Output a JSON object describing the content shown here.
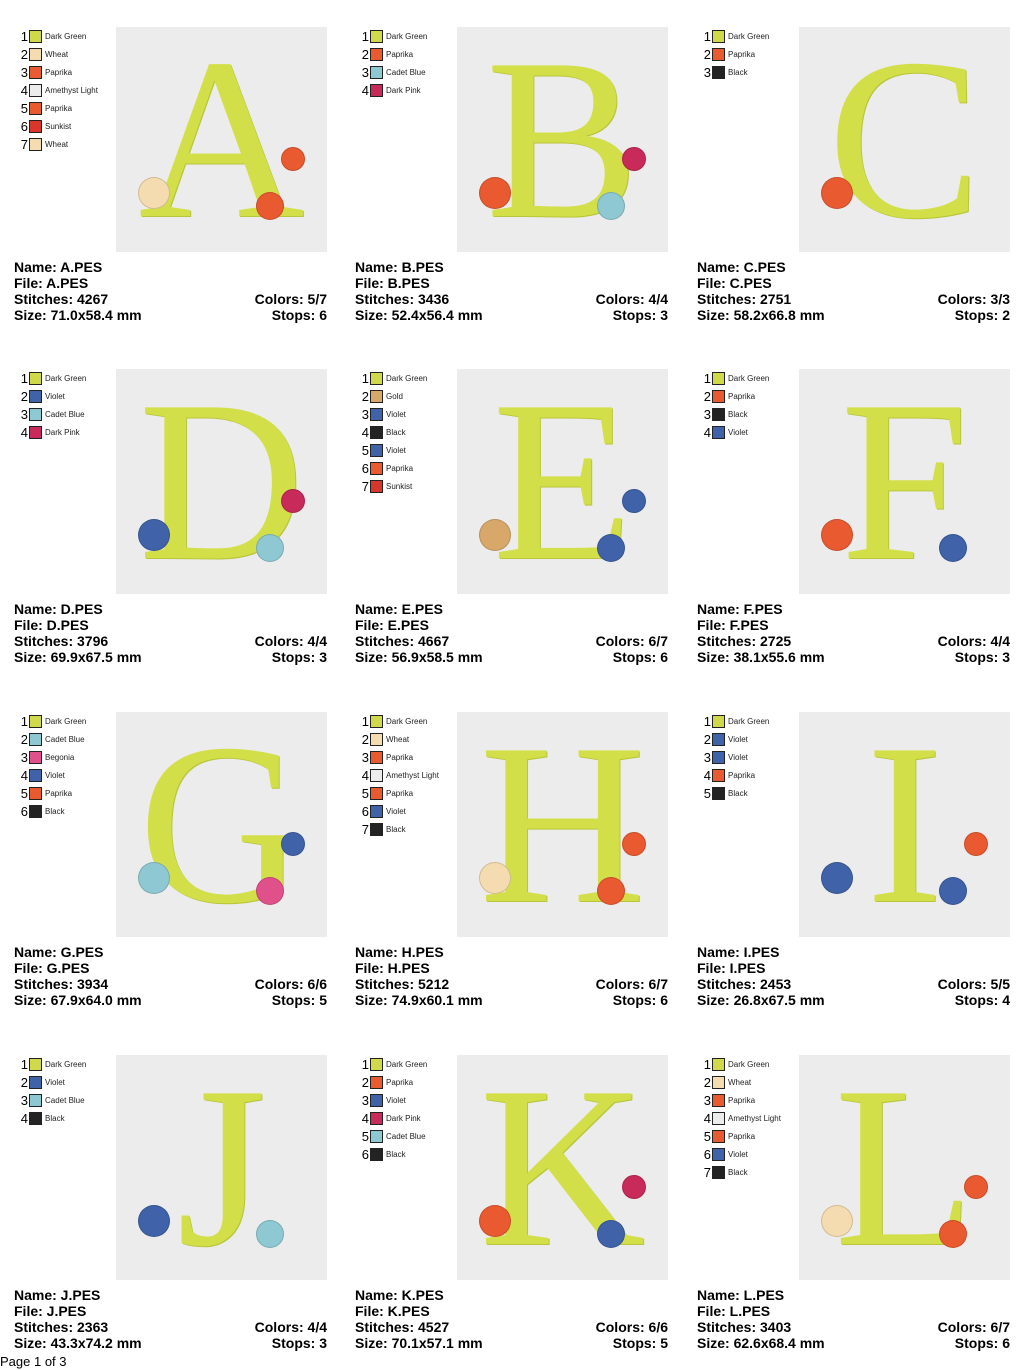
{
  "palette": {
    "Dark Green": "#cfd94a",
    "Wheat": "#f5dcb0",
    "Paprika": "#ea5a30",
    "Amethyst Light": "#ececec",
    "Sunkist": "#d9362b",
    "Cadet Blue": "#8ec8d2",
    "Dark Pink": "#c82a5a",
    "Violet": "#3f62a8",
    "Black": "#232323",
    "Gold": "#d8a86a",
    "Begonia": "#e0508a"
  },
  "designs": [
    {
      "letter": "A",
      "name": "Name: A.PES",
      "file": "File: A.PES",
      "stitches": "Stitches: 4267",
      "size": "Size: 71.0x58.4 mm",
      "colors": "Colors: 5/7",
      "stops": "Stops: 6",
      "thread": [
        "Dark Green",
        "Wheat",
        "Paprika",
        "Amethyst Light",
        "Paprika",
        "Sunkist",
        "Wheat"
      ]
    },
    {
      "letter": "B",
      "name": "Name: B.PES",
      "file": "File: B.PES",
      "stitches": "Stitches: 3436",
      "size": "Size: 52.4x56.4 mm",
      "colors": "Colors: 4/4",
      "stops": "Stops: 3",
      "thread": [
        "Dark Green",
        "Paprika",
        "Cadet Blue",
        "Dark Pink"
      ]
    },
    {
      "letter": "C",
      "name": "Name: C.PES",
      "file": "File: C.PES",
      "stitches": "Stitches: 2751",
      "size": "Size: 58.2x66.8 mm",
      "colors": "Colors: 3/3",
      "stops": "Stops: 2",
      "thread": [
        "Dark Green",
        "Paprika",
        "Black"
      ]
    },
    {
      "letter": "D",
      "name": "Name: D.PES",
      "file": "File: D.PES",
      "stitches": "Stitches: 3796",
      "size": "Size: 69.9x67.5 mm",
      "colors": "Colors: 4/4",
      "stops": "Stops: 3",
      "thread": [
        "Dark Green",
        "Violet",
        "Cadet Blue",
        "Dark Pink"
      ]
    },
    {
      "letter": "E",
      "name": "Name: E.PES",
      "file": "File: E.PES",
      "stitches": "Stitches: 4667",
      "size": "Size: 56.9x58.5 mm",
      "colors": "Colors: 6/7",
      "stops": "Stops: 6",
      "thread": [
        "Dark Green",
        "Gold",
        "Violet",
        "Black",
        "Violet",
        "Paprika",
        "Sunkist"
      ]
    },
    {
      "letter": "F",
      "name": "Name: F.PES",
      "file": "File: F.PES",
      "stitches": "Stitches: 2725",
      "size": "Size: 38.1x55.6 mm",
      "colors": "Colors: 4/4",
      "stops": "Stops: 3",
      "thread": [
        "Dark Green",
        "Paprika",
        "Black",
        "Violet"
      ]
    },
    {
      "letter": "G",
      "name": "Name: G.PES",
      "file": "File: G.PES",
      "stitches": "Stitches: 3934",
      "size": "Size: 67.9x64.0 mm",
      "colors": "Colors: 6/6",
      "stops": "Stops: 5",
      "thread": [
        "Dark Green",
        "Cadet Blue",
        "Begonia",
        "Violet",
        "Paprika",
        "Black"
      ]
    },
    {
      "letter": "H",
      "name": "Name: H.PES",
      "file": "File: H.PES",
      "stitches": "Stitches: 5212",
      "size": "Size: 74.9x60.1 mm",
      "colors": "Colors: 6/7",
      "stops": "Stops: 6",
      "thread": [
        "Dark Green",
        "Wheat",
        "Paprika",
        "Amethyst Light",
        "Paprika",
        "Violet",
        "Black"
      ]
    },
    {
      "letter": "I",
      "name": "Name: I.PES",
      "file": "File: I.PES",
      "stitches": "Stitches: 2453",
      "size": "Size: 26.8x67.5 mm",
      "colors": "Colors: 5/5",
      "stops": "Stops: 4",
      "thread": [
        "Dark Green",
        "Violet",
        "Violet",
        "Paprika",
        "Black"
      ]
    },
    {
      "letter": "J",
      "name": "Name: J.PES",
      "file": "File: J.PES",
      "stitches": "Stitches: 2363",
      "size": "Size: 43.3x74.2 mm",
      "colors": "Colors: 4/4",
      "stops": "Stops: 3",
      "thread": [
        "Dark Green",
        "Violet",
        "Cadet Blue",
        "Black"
      ]
    },
    {
      "letter": "K",
      "name": "Name: K.PES",
      "file": "File: K.PES",
      "stitches": "Stitches: 4527",
      "size": "Size: 70.1x57.1 mm",
      "colors": "Colors: 6/6",
      "stops": "Stops: 5",
      "thread": [
        "Dark Green",
        "Paprika",
        "Violet",
        "Dark Pink",
        "Cadet Blue",
        "Black"
      ]
    },
    {
      "letter": "L",
      "name": "Name: L.PES",
      "file": "File: L.PES",
      "stitches": "Stitches: 3403",
      "size": "Size: 62.6x68.4 mm",
      "colors": "Colors: 6/7",
      "stops": "Stops: 6",
      "thread": [
        "Dark Green",
        "Wheat",
        "Paprika",
        "Amethyst Light",
        "Paprika",
        "Violet",
        "Black"
      ]
    }
  ],
  "footer": "Page 1 of 3"
}
